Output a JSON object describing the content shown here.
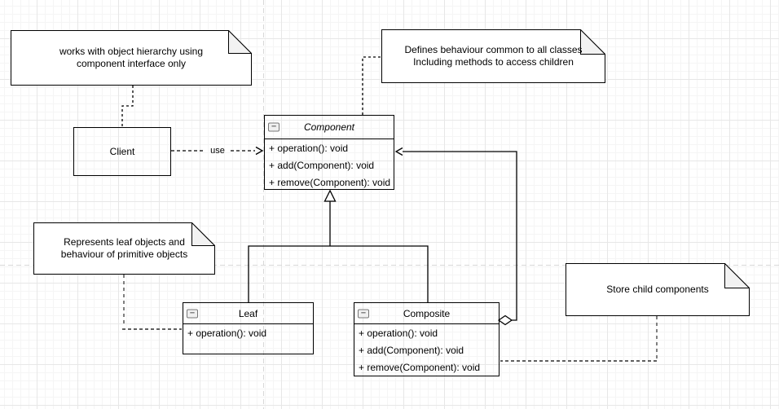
{
  "notes": {
    "client_note": {
      "text": "works with object hierarchy using\ncomponent interface only"
    },
    "component_note": {
      "text": "Defines behaviour common to all classes\nIncluding methods to access children"
    },
    "leaf_note": {
      "text": "Represents leaf objects and\nbehaviour of primitive objects"
    },
    "composite_note": {
      "text": "Store child components"
    }
  },
  "classes": {
    "component": {
      "name": "Component",
      "methods": [
        "+ operation(): void",
        "+ add(Component): void",
        "+ remove(Component): void"
      ]
    },
    "client": {
      "name": "Client"
    },
    "leaf": {
      "name": "Leaf",
      "methods": [
        "+ operation(): void"
      ]
    },
    "composite": {
      "name": "Composite",
      "methods": [
        "+ operation(): void",
        "+ add(Component): void",
        "+ remove(Component): void"
      ]
    }
  },
  "labels": {
    "use": "use"
  },
  "icons": {
    "collapse_glyph": "−"
  },
  "colors": {
    "stroke": "#000000",
    "note_fill": "#ffffff",
    "fold_fill": "#f2f2f2",
    "note_connector_gray": "#808080",
    "page_boundary": "#d8d8d8"
  }
}
